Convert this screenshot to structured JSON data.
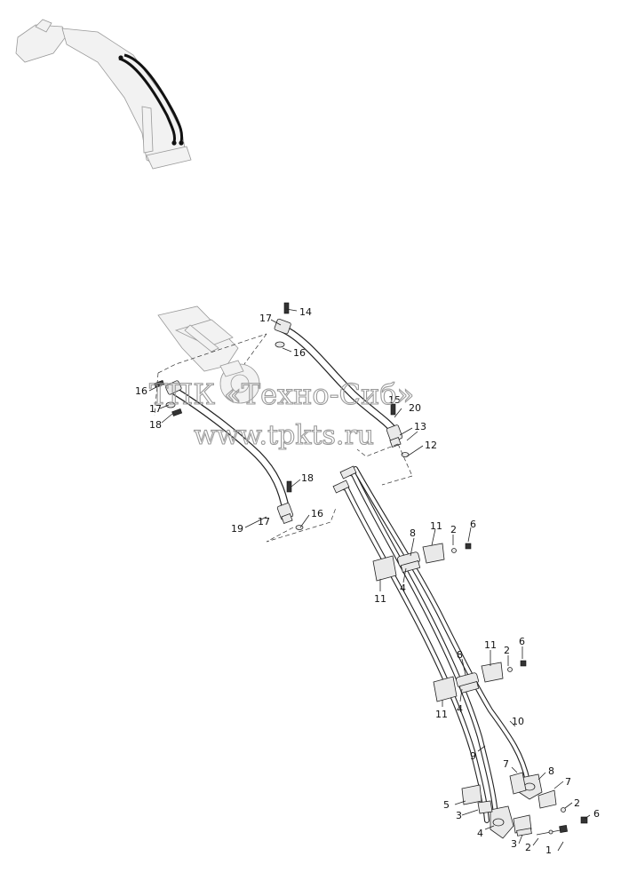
{
  "watermark": {
    "line1": "ТПК «Техно-Сиб»",
    "line2": "www.tpkts.ru"
  },
  "callouts": {
    "c1": "1",
    "c2a": "2",
    "c2b": "2",
    "c2c": "2",
    "c2d": "2",
    "c3a": "3",
    "c3b": "3",
    "c4a": "4",
    "c4b": "4",
    "c4c": "4",
    "c5": "5",
    "c6a": "6",
    "c6b": "6",
    "c6c": "6",
    "c7a": "7",
    "c7b": "7",
    "c8a": "8",
    "c8b": "8",
    "c8c": "8",
    "c9": "9",
    "c10": "10",
    "c11a": "11",
    "c11b": "11",
    "c11c": "11",
    "c11d": "11",
    "c12": "12",
    "c13": "13",
    "c14": "14",
    "c15": "15",
    "c16a": "16",
    "c16b": "16",
    "c16c": "16",
    "c17a": "17",
    "c17b": "17",
    "c17c": "17",
    "c18a": "18",
    "c18b": "18",
    "c19": "19",
    "c20": "20"
  }
}
